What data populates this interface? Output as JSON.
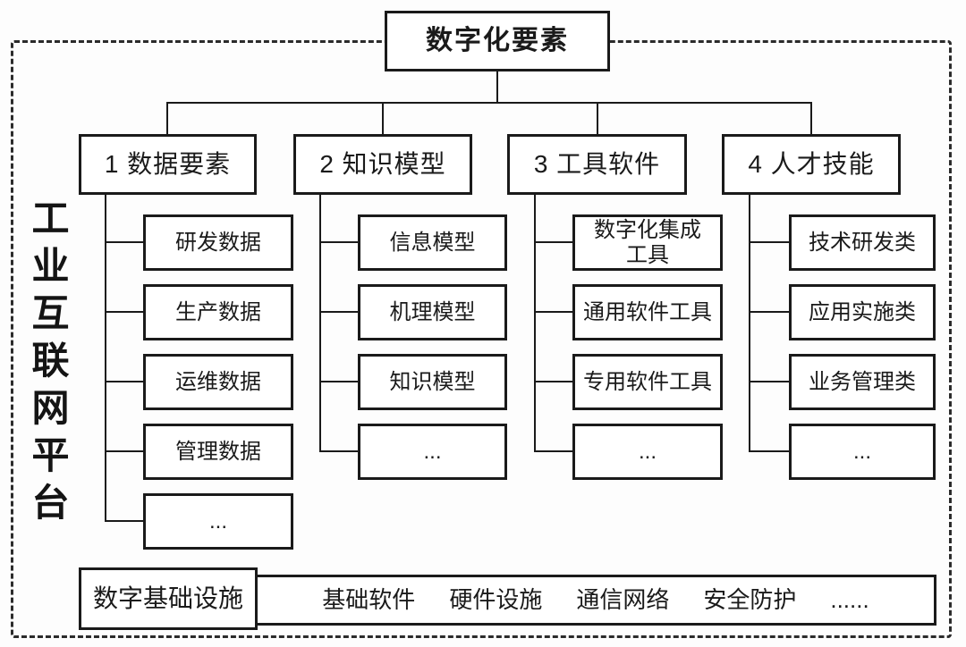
{
  "root": "数字化要素",
  "platform_label": "工业互联网平台",
  "branches": [
    {
      "label": "1 数据要素",
      "children": [
        "研发数据",
        "生产数据",
        "运维数据",
        "管理数据",
        "..."
      ]
    },
    {
      "label": "2 知识模型",
      "children": [
        "信息模型",
        "机理模型",
        "知识模型",
        "..."
      ]
    },
    {
      "label": "3 工具软件",
      "children": [
        "数字化集成\n工具",
        "通用软件工具",
        "专用软件工具",
        "..."
      ]
    },
    {
      "label": "4 人才技能",
      "children": [
        "技术研发类",
        "应用实施类",
        "业务管理类",
        "..."
      ]
    }
  ],
  "infrastructure": {
    "label": "数字基础设施",
    "items": [
      "基础软件",
      "硬件设施",
      "通信网络",
      "安全防护",
      "......"
    ]
  },
  "colors": {
    "line": "#1a1a1a",
    "background": "#fdfdfd",
    "frame_dash": "#2b2b2b"
  }
}
